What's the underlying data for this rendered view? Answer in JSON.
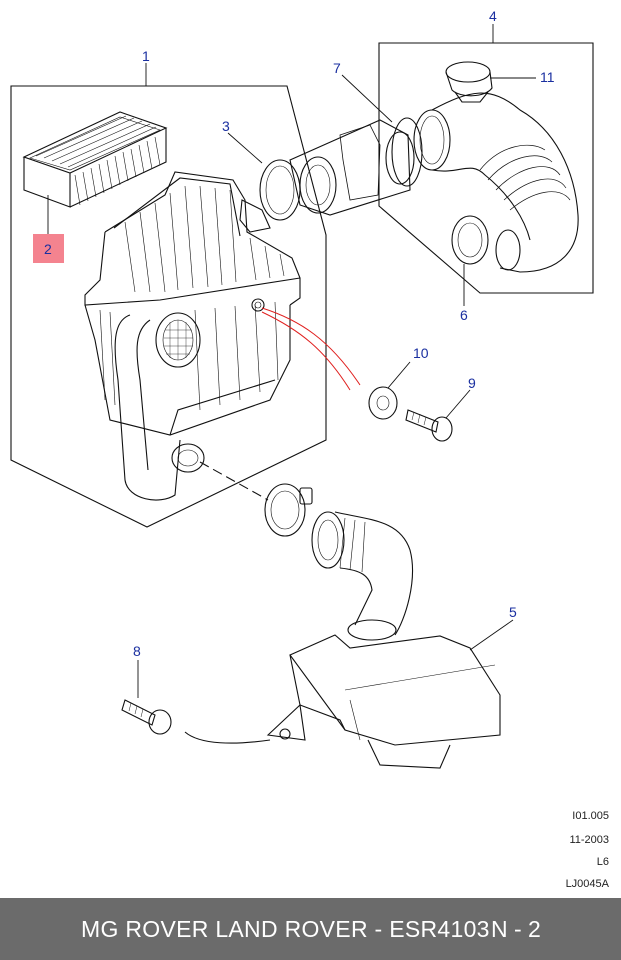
{
  "callouts": [
    {
      "id": "1",
      "label": "1"
    },
    {
      "id": "2",
      "label": "2"
    },
    {
      "id": "3",
      "label": "3"
    },
    {
      "id": "4",
      "label": "4"
    },
    {
      "id": "5",
      "label": "5"
    },
    {
      "id": "6",
      "label": "6"
    },
    {
      "id": "7",
      "label": "7"
    },
    {
      "id": "8",
      "label": "8"
    },
    {
      "id": "9",
      "label": "9"
    },
    {
      "id": "10",
      "label": "10"
    },
    {
      "id": "11",
      "label": "11"
    }
  ],
  "meta": {
    "ref": "I01.005",
    "date": "11-2003",
    "code": "L6",
    "drawing": "LJ0045A"
  },
  "footer": {
    "title": "MG ROVER LAND ROVER - ESR4103",
    "page": "N - 2"
  },
  "colors": {
    "callout_text": "#1a2fa0",
    "highlight": "#f4838f",
    "leader_red": "#e0201f",
    "footer_bg": "#6b6b6b"
  }
}
